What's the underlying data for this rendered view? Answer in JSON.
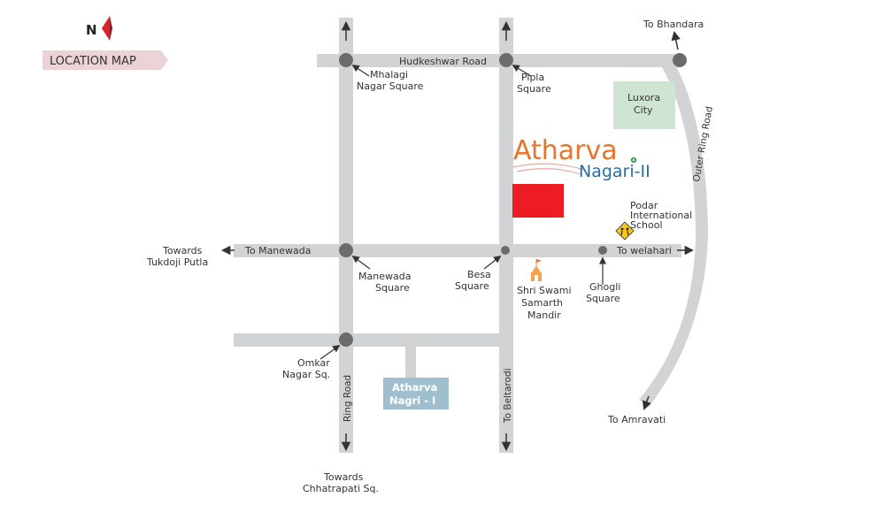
{
  "header": {
    "north_letter": "N",
    "banner_label": "LOCATION MAP"
  },
  "project": {
    "name_line1": "Atharva",
    "name_line2": "Nagari-II"
  },
  "roads": {
    "hudkeshwar": "Hudkeshwar Road",
    "manewada": "To Manewada",
    "welahari": "To welahari",
    "ring_road": "Ring Road",
    "beltarodi": "To Beltarodi",
    "outer_ring": "Outer Ring Road"
  },
  "squares": {
    "mhalagi": [
      "Mhalagi",
      "Nagar Square"
    ],
    "pipla": [
      "Pipla",
      "Square"
    ],
    "manewada": [
      "Manewada",
      "Square"
    ],
    "besa": [
      "Besa",
      "Square"
    ],
    "ghogli": [
      "Ghogli",
      "Square"
    ],
    "omkar": [
      "Omkar",
      "Nagar Sq."
    ]
  },
  "destinations": {
    "bhandara": "To Bhandara",
    "tukdoji": [
      "Towards",
      "Tukdoji Putla"
    ],
    "chhatrapati": [
      "Towards",
      "Chhatrapati Sq."
    ],
    "amravati": "To Amravati"
  },
  "landmarks": {
    "luxora": [
      "Luxora",
      "City"
    ],
    "podar": [
      "Podar",
      "International",
      "School"
    ],
    "temple": [
      "Shri Swami",
      "Samarth",
      "Mandir"
    ],
    "atharva_nagri_1": [
      "Atharva",
      "Nagri - I"
    ]
  },
  "colors": {
    "road": "#d2d3d5",
    "junction": "#6a6b6d",
    "site": "#ed1c24",
    "luxora_box": "#cfe5d3",
    "nagri_box": "#9fbfcf",
    "banner": "#ecd3d6",
    "brand_orange": "#e8742a",
    "brand_blue": "#2a6fa0"
  }
}
